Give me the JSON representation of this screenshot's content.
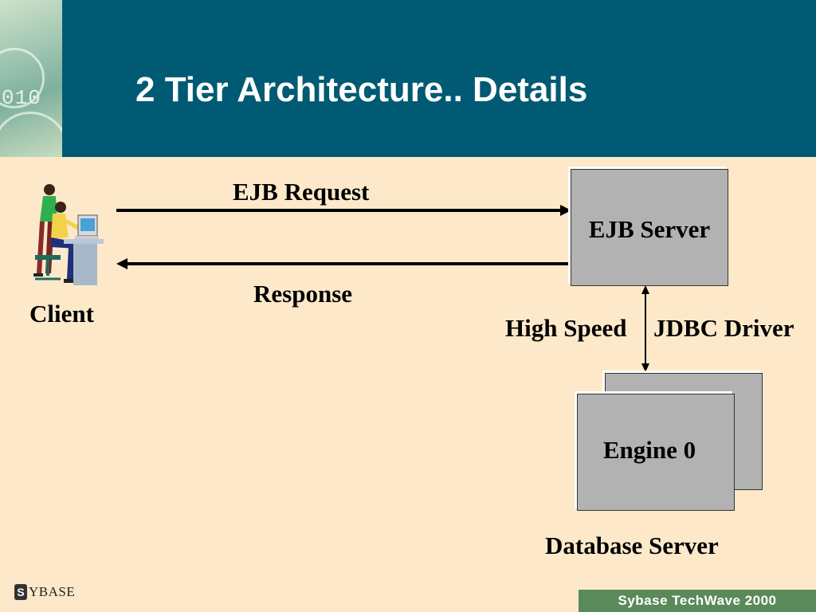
{
  "header": {
    "title": "2 Tier Architecture.. Details",
    "thumbnail_text": "010",
    "background_color": "#005a73"
  },
  "diagram": {
    "client_label": "Client",
    "client_icon": "people-at-computer-icon",
    "request_label": "EJB Request",
    "response_label": "Response",
    "ejb_server_label": "EJB Server",
    "jdbc_label_left": "High Speed",
    "jdbc_label_right": "JDBC Driver",
    "engine_label": "Engine 0",
    "database_server_label": "Database Server",
    "box_color": "#b2b2b2"
  },
  "footer": {
    "logo_mark": "S",
    "logo_text": "YBASE",
    "banner_text": "Sybase TechWave 2000",
    "banner_color": "#5a8a5a"
  }
}
